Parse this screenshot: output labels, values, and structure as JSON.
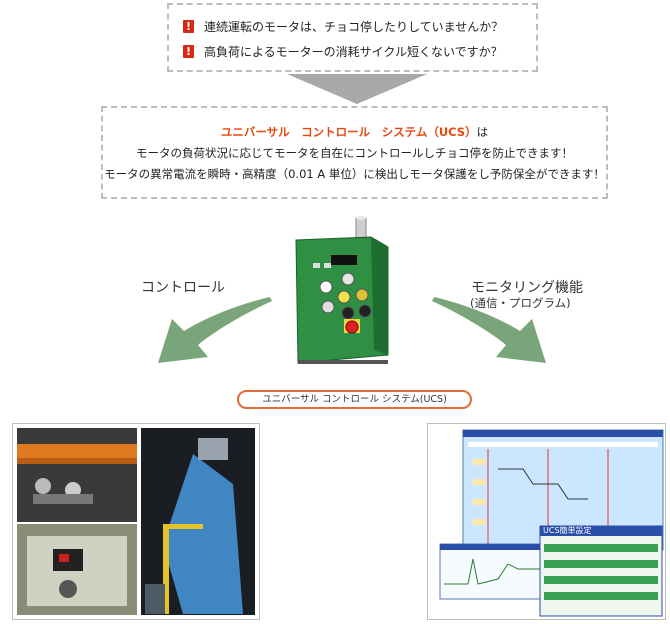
{
  "questions": [
    "連続運転のモータは、チョコ停したりしていませんか？",
    "高負荷によるモーターの消耗サイクル短くないですか？"
  ],
  "intro": {
    "highlight": "ユニバーサル　コントロール　システム（UCS）",
    "highlight_suffix": "は",
    "line2": "モータの負荷状況に応じてモータを自在にコントロールしチョコ停を防止できます！",
    "line3": "モータの異常電流を瞬時・高精度（0.01 A 単位）に検出しモータ保護をし予防保全ができます！"
  },
  "labels": {
    "control": "コントロール",
    "monitoring": "モニタリング機能",
    "monitoring_sub": "(通信・プログラム)",
    "system_name": "ユニバーサル コントロール システム(UCS)"
  },
  "screenshot": {
    "window_title": "UCS簡単設定"
  },
  "colors": {
    "accent": "#e8470f",
    "arrow_green": "#7aa57a",
    "panel_green": "#2f8f43"
  }
}
